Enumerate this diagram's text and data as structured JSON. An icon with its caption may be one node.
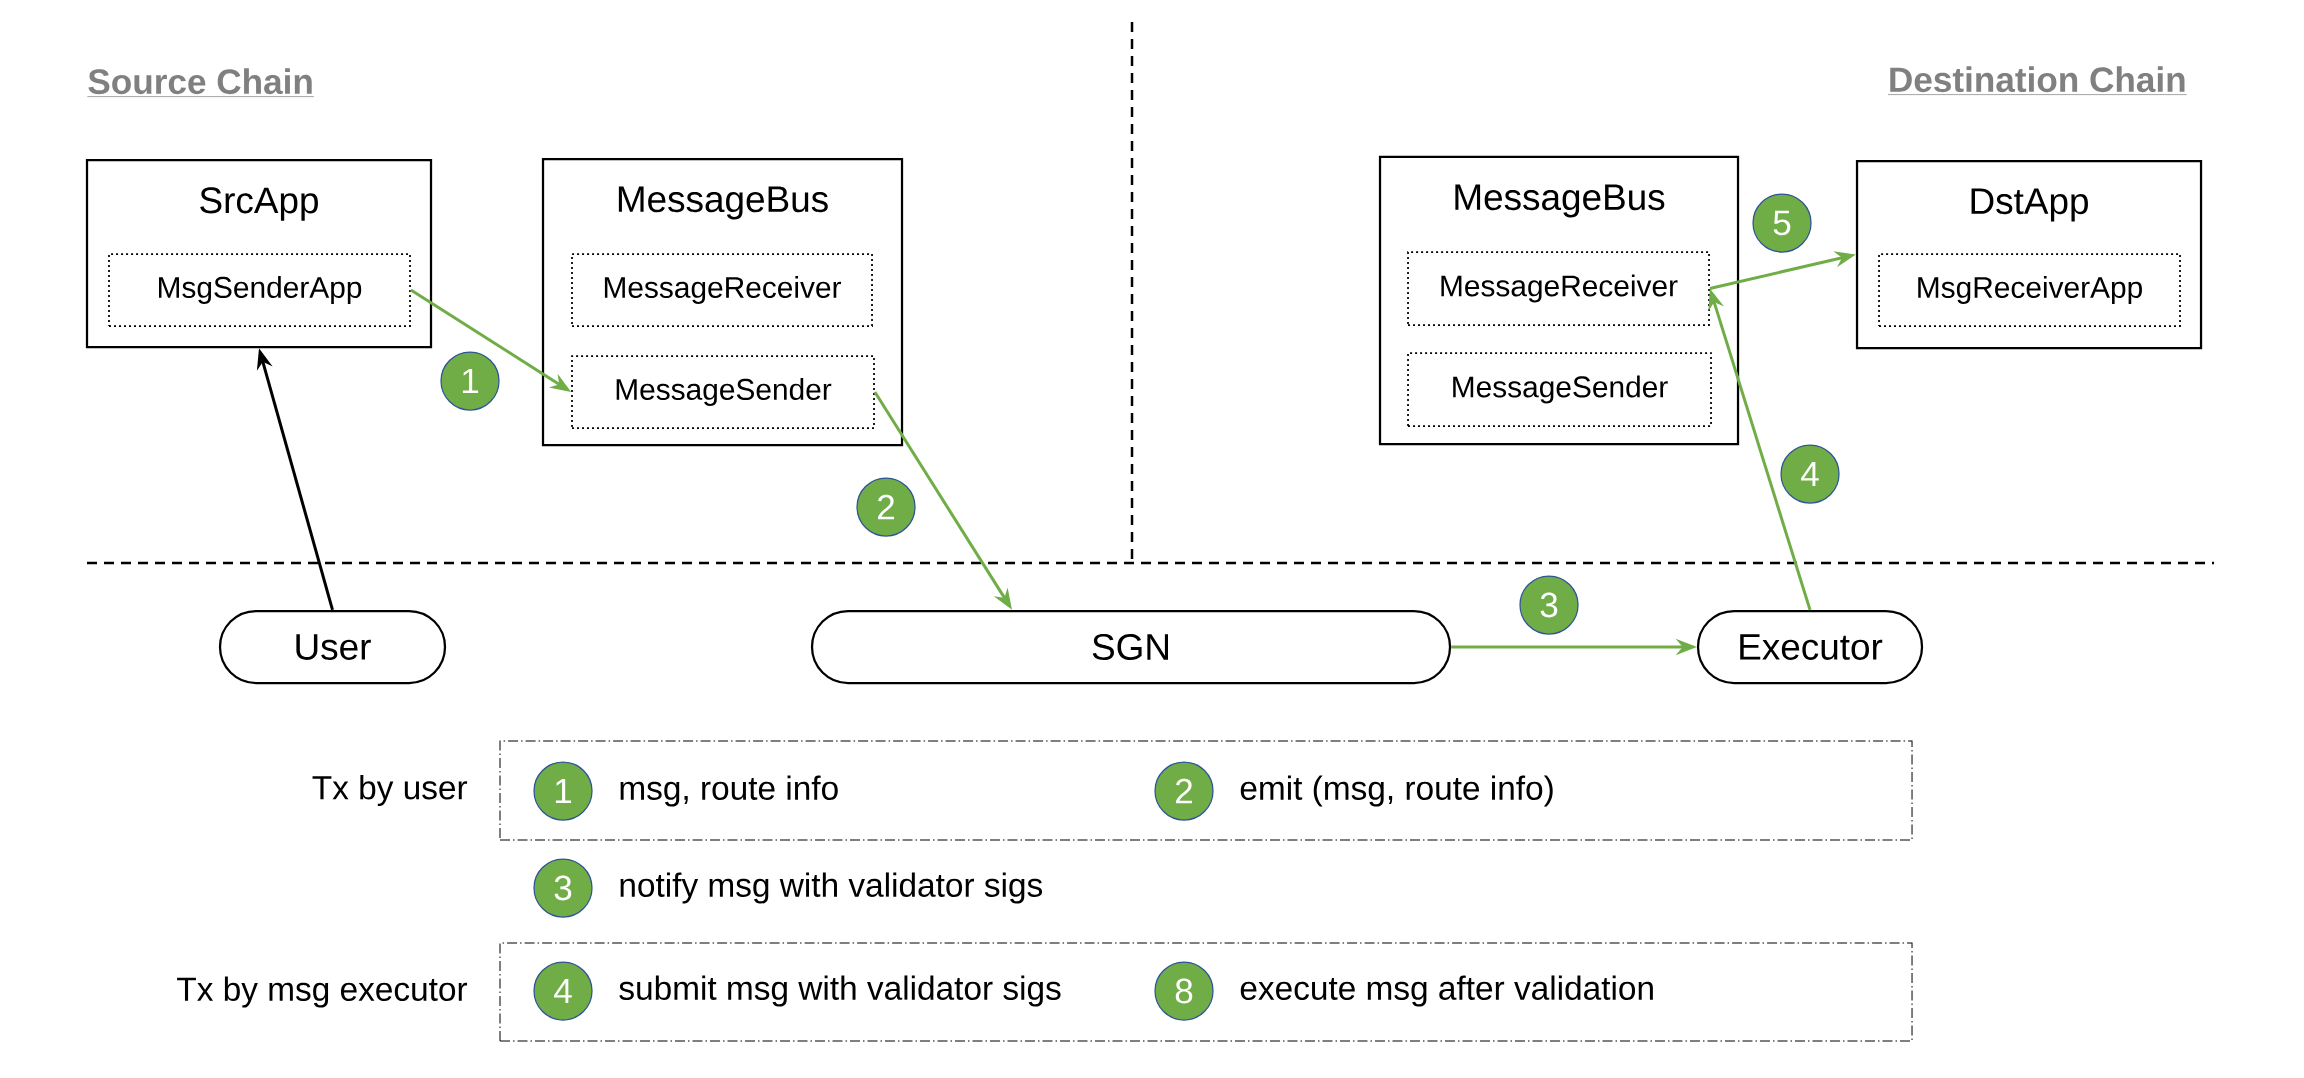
{
  "diagram": {
    "nodes": [
      {
        "text": [
          "SrcApp"
        ]
      },
      {
        "text": [
          "MsgSenderApp"
        ],
        "in": 0
      },
      {
        "text": [
          "MessageBus"
        ]
      },
      {
        "text": [
          "MessageReceiver"
        ],
        "in": 2
      },
      {
        "text": [
          "MessageSender"
        ],
        "in": 2
      },
      {
        "text": [
          "MessageBus"
        ]
      },
      {
        "text": [
          "MessageReceiver"
        ],
        "in": 5
      },
      {
        "text": [
          "MessageSender"
        ],
        "in": 5
      },
      {
        "text": [
          "DstApp"
        ]
      },
      {
        "text": [
          "MsgReceiverApp"
        ],
        "in": 8
      },
      {
        "text": [
          "User"
        ]
      },
      {
        "text": [
          "SGN"
        ]
      },
      {
        "text": [
          "Executor"
        ]
      },
      {
        "text": [
          "Tx by user"
        ]
      },
      {
        "text": [
          "1"
        ],
        "in": 13,
        "beside": [
          "msg, route info"
        ]
      },
      {
        "text": [
          "2"
        ],
        "in": 13,
        "beside": [
          "emit (msg, route info)"
        ]
      },
      {
        "text": [
          "3"
        ],
        "beside": [
          "notify msg with validator sigs"
        ]
      },
      {
        "text": [
          "Tx by msg executor"
        ]
      },
      {
        "text": [
          "4"
        ],
        "in": 17,
        "beside": [
          "submit msg with validator sigs"
        ]
      },
      {
        "text": [
          "8"
        ],
        "in": 17,
        "beside": [
          "execute msg after validation"
        ]
      },
      {
        "text": [
          "5"
        ]
      },
      {
        "text": [
          "1"
        ]
      },
      {
        "text": [
          "2"
        ]
      },
      {
        "text": [
          "4"
        ]
      },
      {
        "text": [
          "3"
        ]
      }
    ],
    "edges": [
      {
        "from": 1,
        "to": 4,
        "arrow": "to"
      },
      {
        "from": 4,
        "to": 11,
        "arrow": "to"
      },
      {
        "from": 11,
        "to": 12,
        "arrow": "to"
      },
      {
        "from": 12,
        "to": 6,
        "arrow": "to"
      },
      {
        "from": 6,
        "to": 8,
        "arrow": "to"
      },
      {
        "from": 10,
        "to": 0,
        "arrow": "to",
        "color": "#000000"
      }
    ],
    "labels": [
      "Source Chain",
      "Destination Chain"
    ]
  }
}
